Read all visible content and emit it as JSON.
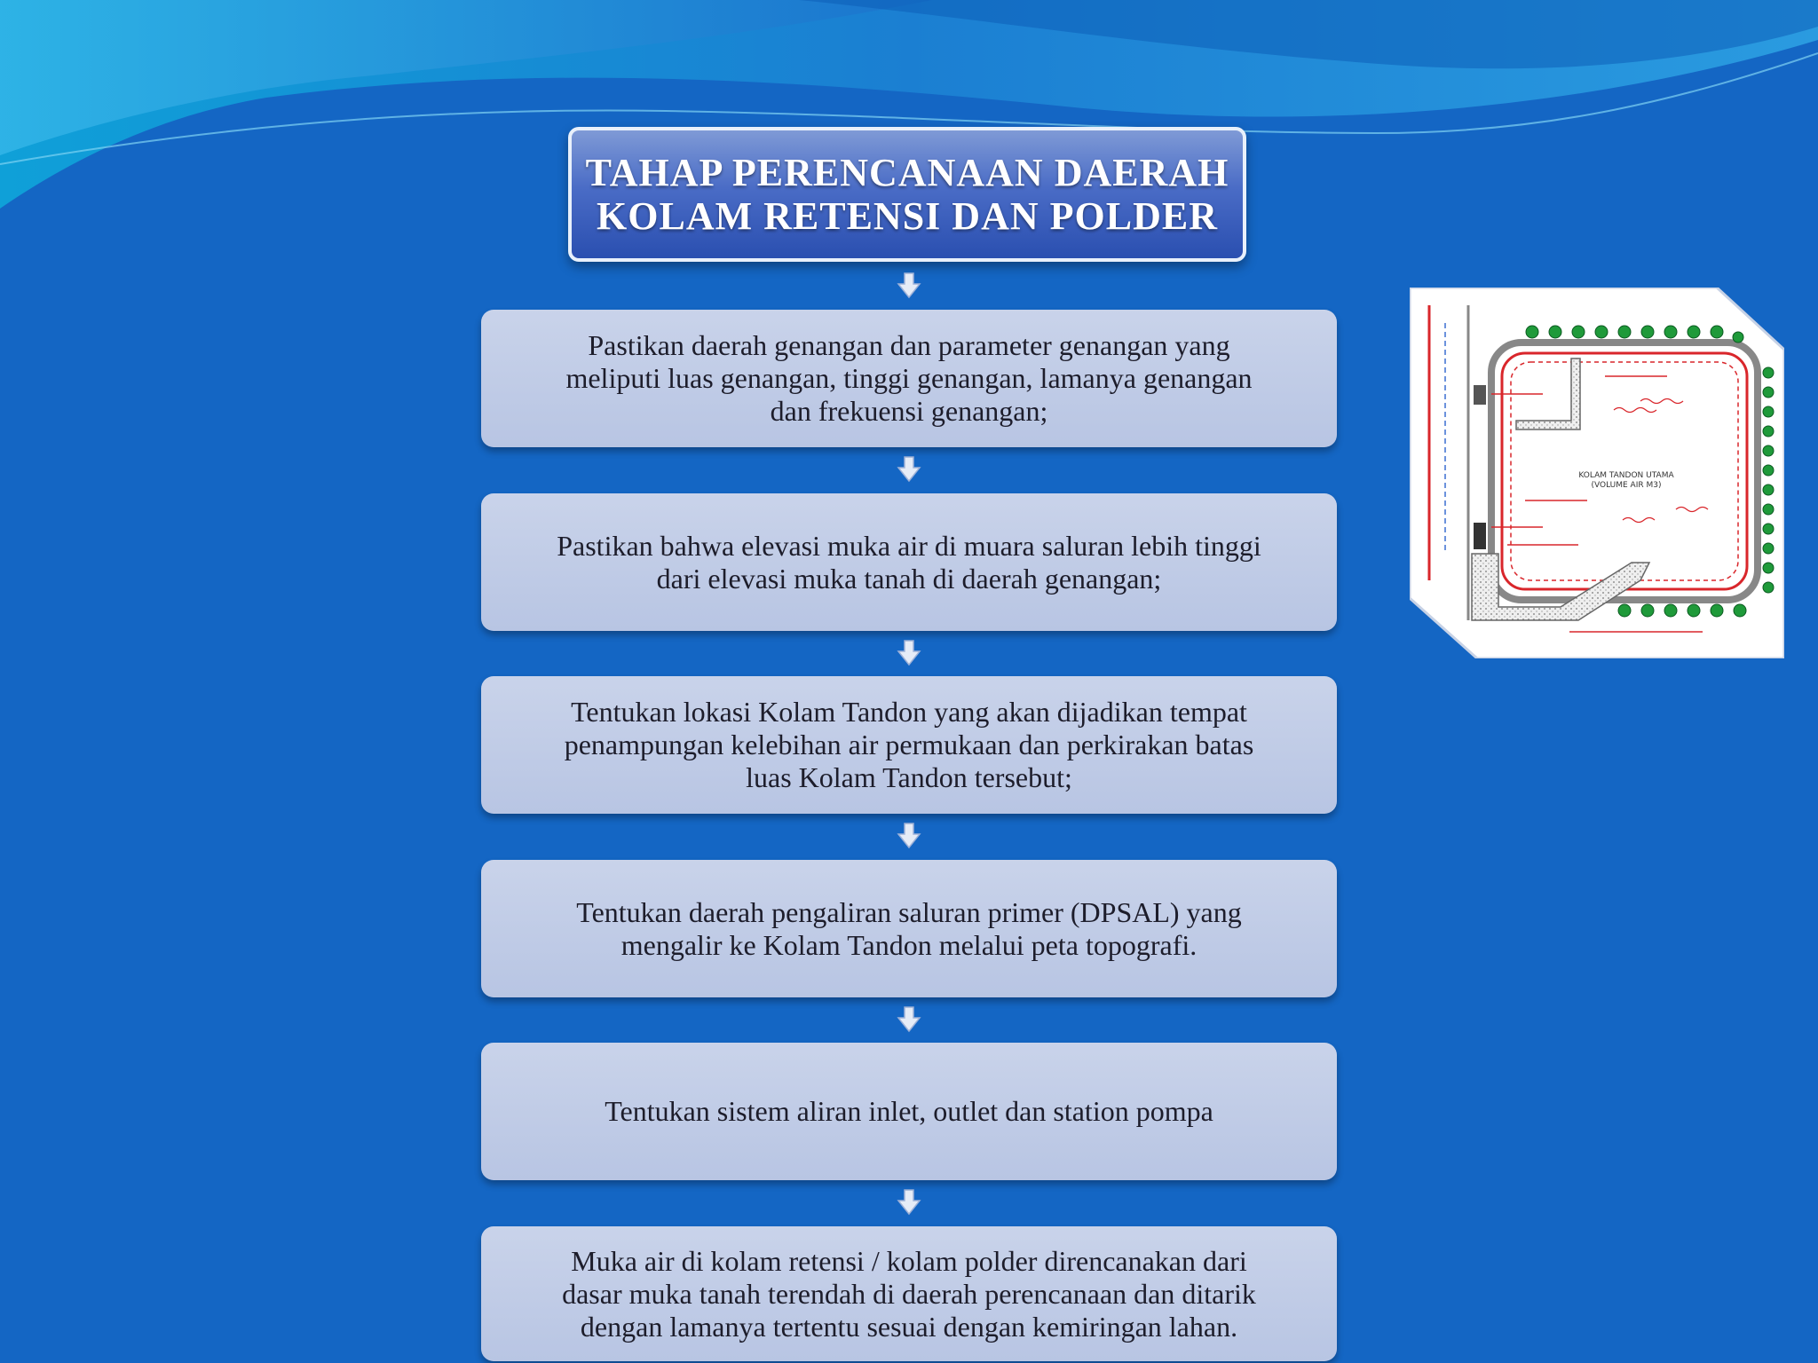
{
  "slide": {
    "title_lines": [
      "TAHAP PERENCANAAN DAERAH",
      "KOLAM RETENSI DAN POLDER"
    ],
    "steps": [
      {
        "lines": [
          "Pastikan daerah genangan dan parameter genangan yang",
          "meliputi luas genangan, tinggi genangan, lamanya genangan",
          "dan frekuensi genangan;"
        ]
      },
      {
        "lines": [
          "Pastikan bahwa elevasi muka air di muara saluran lebih tinggi",
          "dari elevasi muka tanah di daerah genangan;"
        ]
      },
      {
        "lines": [
          "Tentukan lokasi Kolam Tandon yang akan dijadikan tempat",
          "penampungan kelebihan air permukaan dan perkirakan batas",
          "luas Kolam Tandon tersebut;"
        ]
      },
      {
        "lines": [
          "Tentukan daerah pengaliran saluran primer (DPSAL) yang",
          "mengalir ke Kolam Tandon melalui peta topografi."
        ]
      },
      {
        "lines": [
          "Tentukan sistem aliran inlet, outlet dan station pompa"
        ]
      },
      {
        "lines": [
          "Muka air di kolam retensi / kolam polder direncanakan dari",
          "dasar muka tanah terendah di daerah perencanaan dan ditarik",
          "dengan lamanya tertentu sesuai dengan kemiringan lahan."
        ]
      }
    ],
    "drawing": {
      "label_lines": [
        "KOLAM TANDON UTAMA",
        "(VOLUME AIR M3)"
      ]
    },
    "colors": {
      "background": "#1466c4",
      "title_fill": "#3a5cbc",
      "step_fill": "#c1cce8",
      "arrow": "#e6ecf7",
      "drawing_red": "#d9262b",
      "drawing_green": "#1f9a3a"
    }
  }
}
